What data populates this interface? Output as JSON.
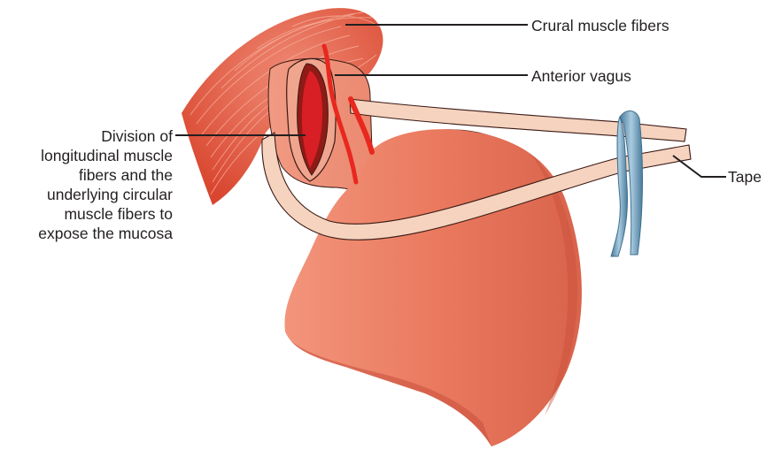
{
  "labels": {
    "crural": "Crural muscle fibers",
    "vagus": "Anterior vagus",
    "tape": "Tape",
    "division": [
      "Division of",
      "longitudinal muscle",
      "fibers and the",
      "underlying circular",
      "muscle fibers to",
      "expose the mucosa"
    ]
  },
  "colors": {
    "stomach": "#e9765c",
    "stomach_shadow": "#c94f3c",
    "stomach_highlight": "#f3a08a",
    "crural_muscle": "#e2563f",
    "crural_fiber": "#f6b3a2",
    "mucosa": "#d81f26",
    "vagus": "#e8281f",
    "tape": "#f5d3bf",
    "clamp": "#7aa6c2",
    "clamp_dark": "#3f6f8e",
    "outline": "#3a1a14",
    "leader": "#231f20"
  }
}
